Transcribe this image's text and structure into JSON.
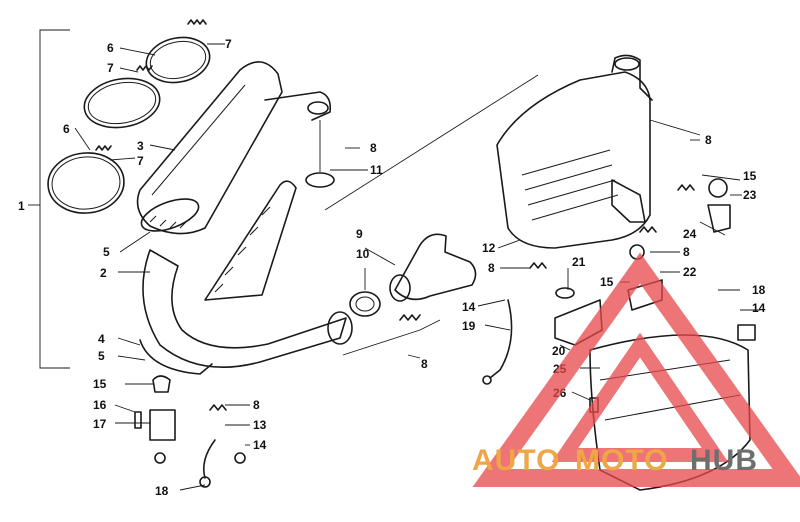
{
  "brand_colors": {
    "watermark_red": "#e8474a",
    "watermark_orange": "#f0a646",
    "watermark_gray": "#6e6e6e"
  },
  "watermark": {
    "part1": "AUTO",
    "part2": "MOTO",
    "part3": "HUB"
  },
  "callouts": {
    "c1": "1",
    "c2": "2",
    "c3": "3",
    "c4": "4",
    "c5a": "5",
    "c5b": "5",
    "c6a": "6",
    "c6b": "6",
    "c7a": "7",
    "c7b": "7",
    "c7c": "7",
    "c8a": "8",
    "c8b": "8",
    "c8c": "8",
    "c8d": "8",
    "c8e": "8",
    "c8f": "8",
    "c9": "9",
    "c10": "10",
    "c11": "11",
    "c12": "12",
    "c13": "13",
    "c14a": "14",
    "c14b": "14",
    "c14c": "14",
    "c15a": "15",
    "c15b": "15",
    "c15c": "15",
    "c16": "16",
    "c17": "17",
    "c18a": "18",
    "c18b": "18",
    "c19": "19",
    "c20": "20",
    "c21": "21",
    "c22": "22",
    "c23": "23",
    "c24": "24",
    "c25": "25",
    "c26": "26"
  }
}
